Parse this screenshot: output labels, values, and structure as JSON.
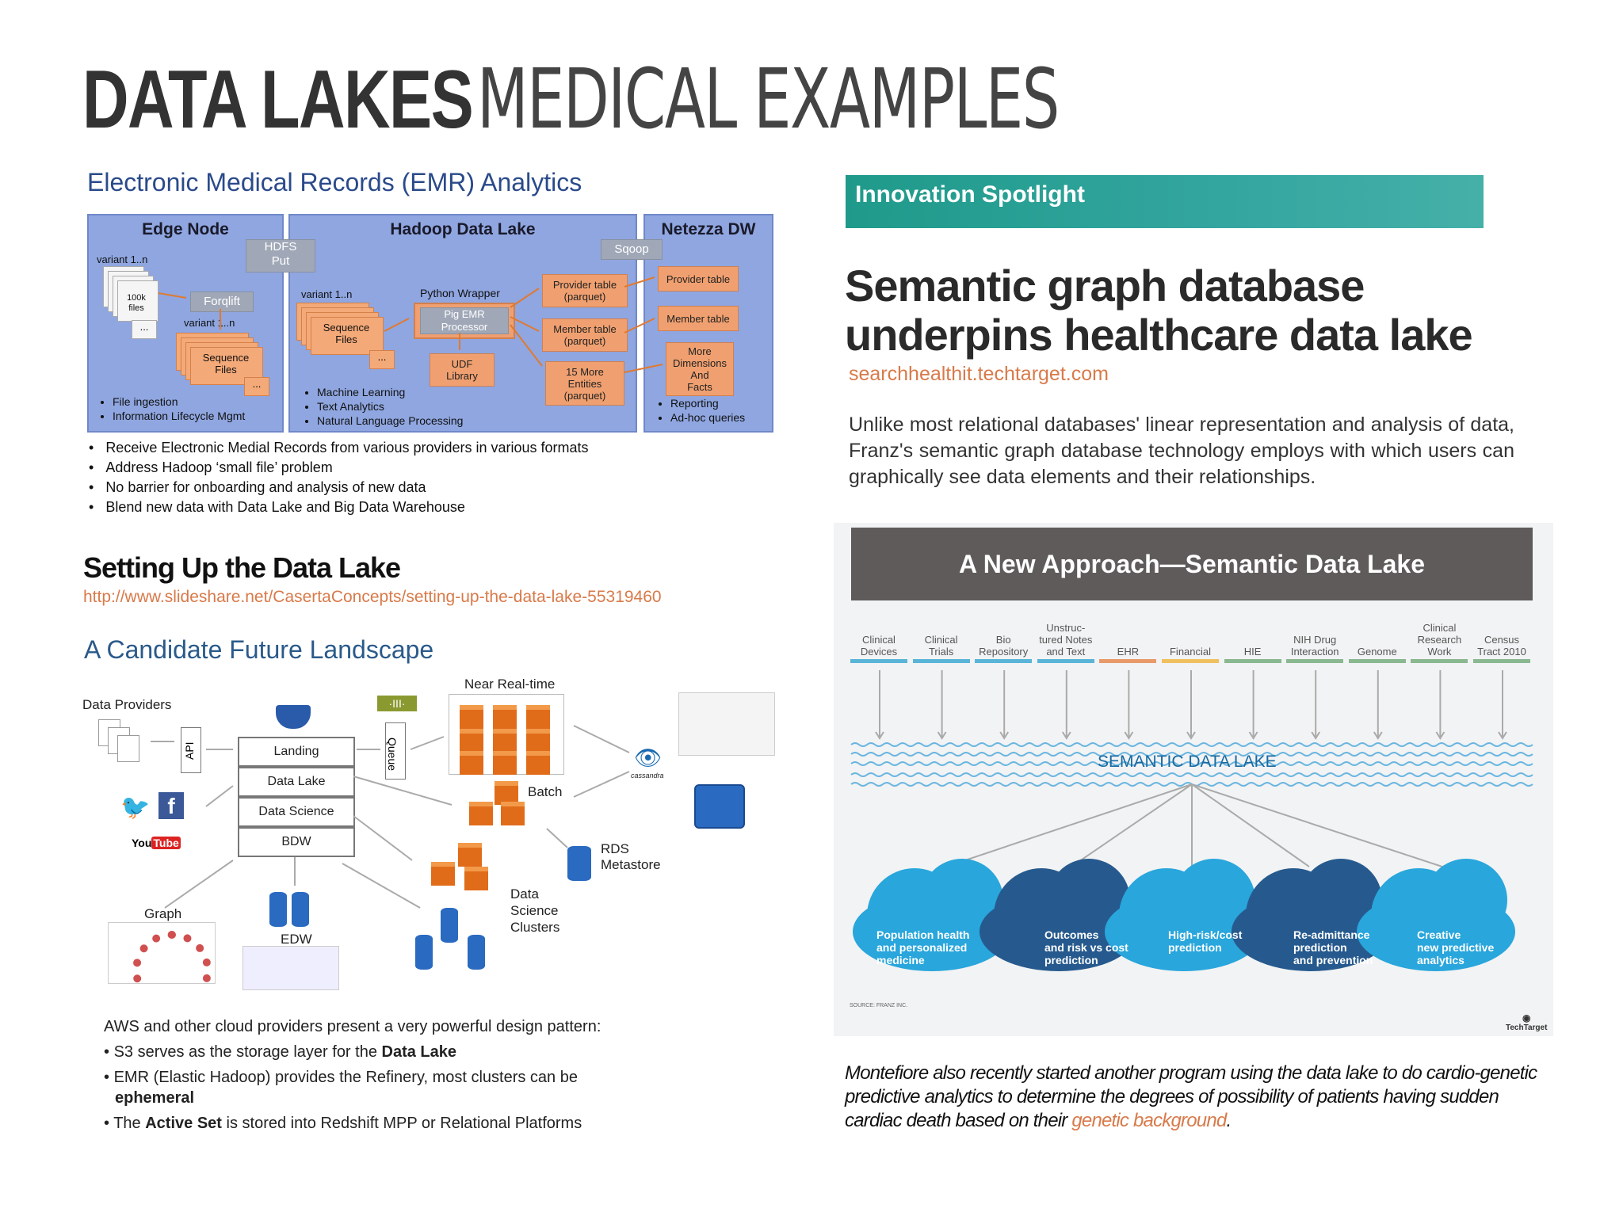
{
  "title": {
    "bold": "DATA LAKES",
    "light": "MEDICAL EXAMPLES"
  },
  "emr": {
    "heading": "Electronic Medical Records (EMR) Analytics",
    "edge": {
      "title": "Edge Node",
      "variant1": "variant 1..n",
      "files": "100k\nfiles",
      "dots": "...",
      "forqlift": "Forqlift",
      "variant2": "variant 1..n",
      "seq": "Sequence\nFiles",
      "bullets": [
        "File ingestion",
        "Information Lifecycle Mgmt"
      ]
    },
    "hdfs": "HDFS\nPut",
    "hadoop": {
      "title": "Hadoop Data Lake",
      "variant": "variant 1..n",
      "seq": "Sequence\nFiles",
      "python": "Python Wrapper",
      "pig": "Pig EMR\nProcessor",
      "udf": "UDF\nLibrary",
      "provider": "Provider table\n(parquet)",
      "member": "Member table\n(parquet)",
      "more": "15 More\nEntities\n(parquet)",
      "bullets": [
        "Machine Learning",
        "Text Analytics",
        "Natural Language Processing"
      ]
    },
    "sqoop": "Sqoop",
    "netezza": {
      "title": "Netezza DW",
      "provider": "Provider table",
      "member": "Member table",
      "more": "More\nDimensions\nAnd\nFacts",
      "bullets": [
        "Reporting",
        "Ad-hoc queries"
      ]
    },
    "bullets": [
      "Receive Electronic Medial Records from various providers in various formats",
      "Address Hadoop ‘small file’ problem",
      "No barrier for onboarding and analysis of new data",
      "Blend new data with Data Lake and Big Data Warehouse"
    ]
  },
  "spotlight": {
    "bar": "Innovation Spotlight",
    "headline": [
      "Semantic graph database",
      "underpins healthcare data lake"
    ],
    "link": "searchhealthit.techtarget.com",
    "paragraph": "Unlike most relational databases' linear representation and analysis of data, Franz's semantic graph database technology employs with which users can graphically see data elements and their relationships."
  },
  "semantic": {
    "header": "A New Approach—Semantic Data Lake",
    "sources": [
      "Clinical\nDevices",
      "Clinical\nTrials",
      "Bio\nRepository",
      "Unstruc-\ntured Notes\nand Text",
      "EHR",
      "Financial",
      "HIE",
      "NIH Drug\nInteraction",
      "Genome",
      "Clinical\nResearch\nWork",
      "Census\nTract 2010"
    ],
    "source_colors": [
      "#5ab4d8",
      "#5ab4d8",
      "#5ab4d8",
      "#5ab4d8",
      "#e89a6a",
      "#f0c060",
      "#8ab890",
      "#8ab890",
      "#8ab890",
      "#8ab890",
      "#8ab890"
    ],
    "lake": "SEMANTIC DATA LAKE",
    "outcomes": [
      "Population health\nand personalized\nmedicine",
      "Outcomes\nand risk vs cost\nprediction",
      "High-risk/cost\nprediction",
      "Re-admittance\nprediction\nand prevention",
      "Creative\nnew predictive\nanalytics"
    ],
    "source_note": "SOURCE: FRANZ INC.",
    "brand": "TechTarget"
  },
  "setup": {
    "title": "Setting Up the Data Lake",
    "link": "http://www.slideshare.net/CasertaConcepts/setting-up-the-data-lake-55319460",
    "candidate": "A Candidate Future Landscape",
    "labels": {
      "providers": "Data Providers",
      "api": "API",
      "queue": "Queue",
      "near": "Near Real-time",
      "batch": "Batch",
      "rds": "RDS\nMetastore",
      "dsc": "Data\nScience\nClusters",
      "graph": "Graph",
      "edw": "EDW",
      "cassandra": "cassandra",
      "youtube_you": "You",
      "youtube_tube": "Tube"
    },
    "stack": [
      "Landing",
      "Data Lake",
      "Data Science",
      "BDW"
    ],
    "aws_intro": "AWS and other cloud providers present a very powerful design pattern:",
    "aws_b1_pre": "S3 serves as the storage layer for the ",
    "aws_b1_bold": "Data Lake",
    "aws_b2_pre": "EMR (Elastic Hadoop) provides the Refinery, most clusters can be ",
    "aws_b2_bold": "ephemeral",
    "aws_b3_pre": "The ",
    "aws_b3_bold": "Active Set",
    "aws_b3_post": " is stored into Redshift MPP or Relational Platforms"
  },
  "montefiore": {
    "text": "Montefiore also recently started another program using the data lake to do cardio-genetic predictive analytics to determine the degrees of possibility of patients having sudden cardiac death based on their ",
    "link": "genetic background",
    "end": "."
  }
}
